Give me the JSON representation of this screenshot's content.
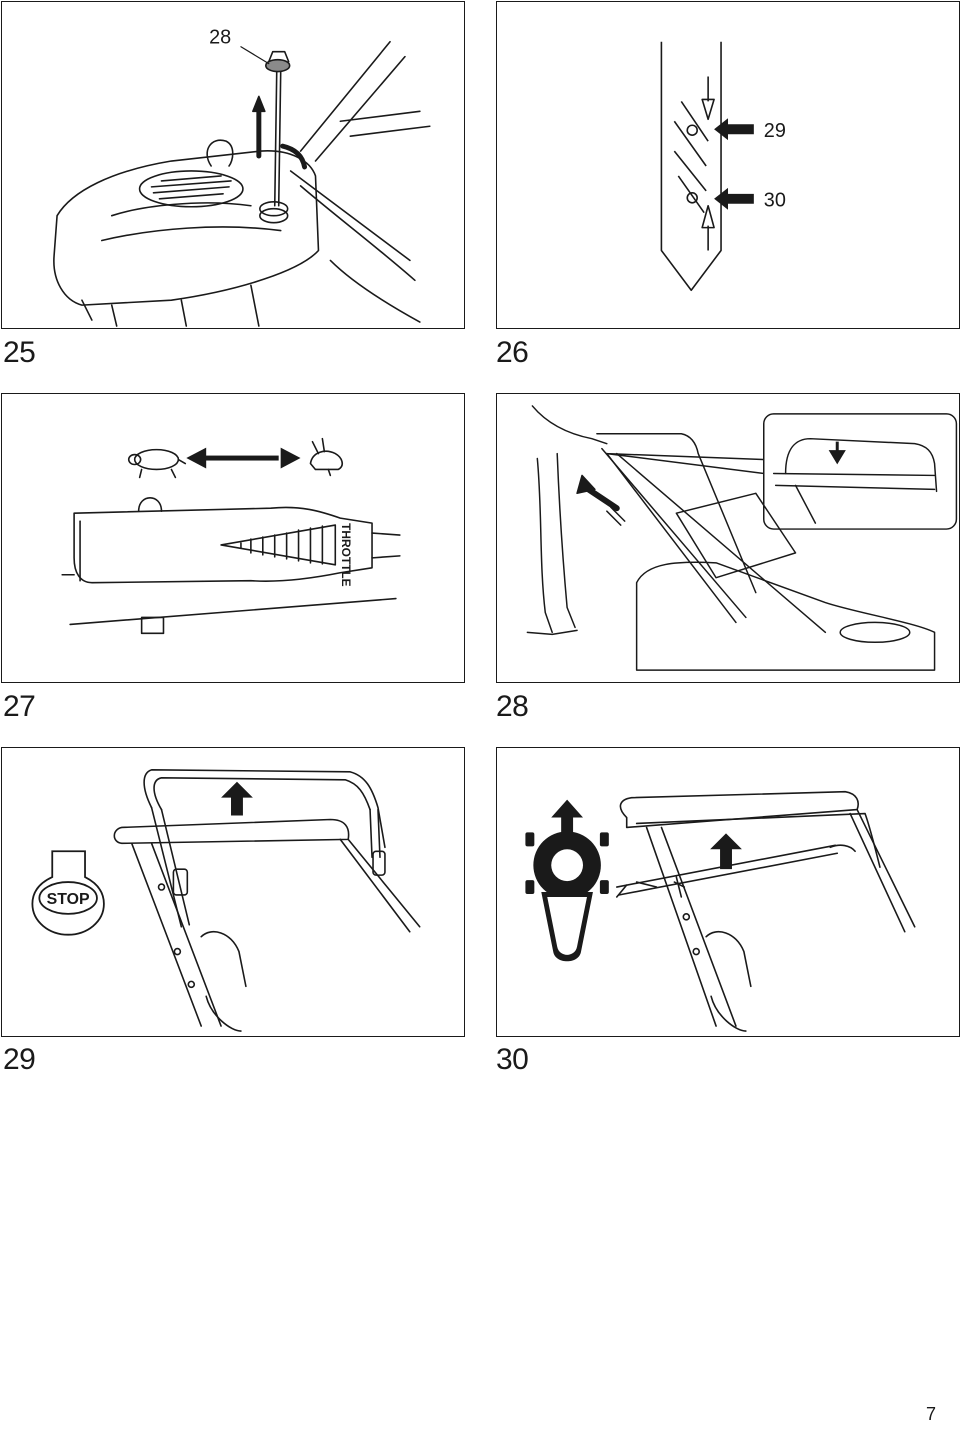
{
  "figures": [
    {
      "number": "25",
      "callouts": [
        "28"
      ]
    },
    {
      "number": "26",
      "callouts": [
        "29",
        "30"
      ]
    },
    {
      "number": "27",
      "label_text": "THROTTLE",
      "icons": [
        "turtle-icon",
        "rabbit-icon"
      ]
    },
    {
      "number": "28"
    },
    {
      "number": "29",
      "label_text": "STOP"
    },
    {
      "number": "30"
    }
  ],
  "page_number": "7",
  "colors": {
    "line": "#1a1a1a",
    "background": "#ffffff"
  }
}
